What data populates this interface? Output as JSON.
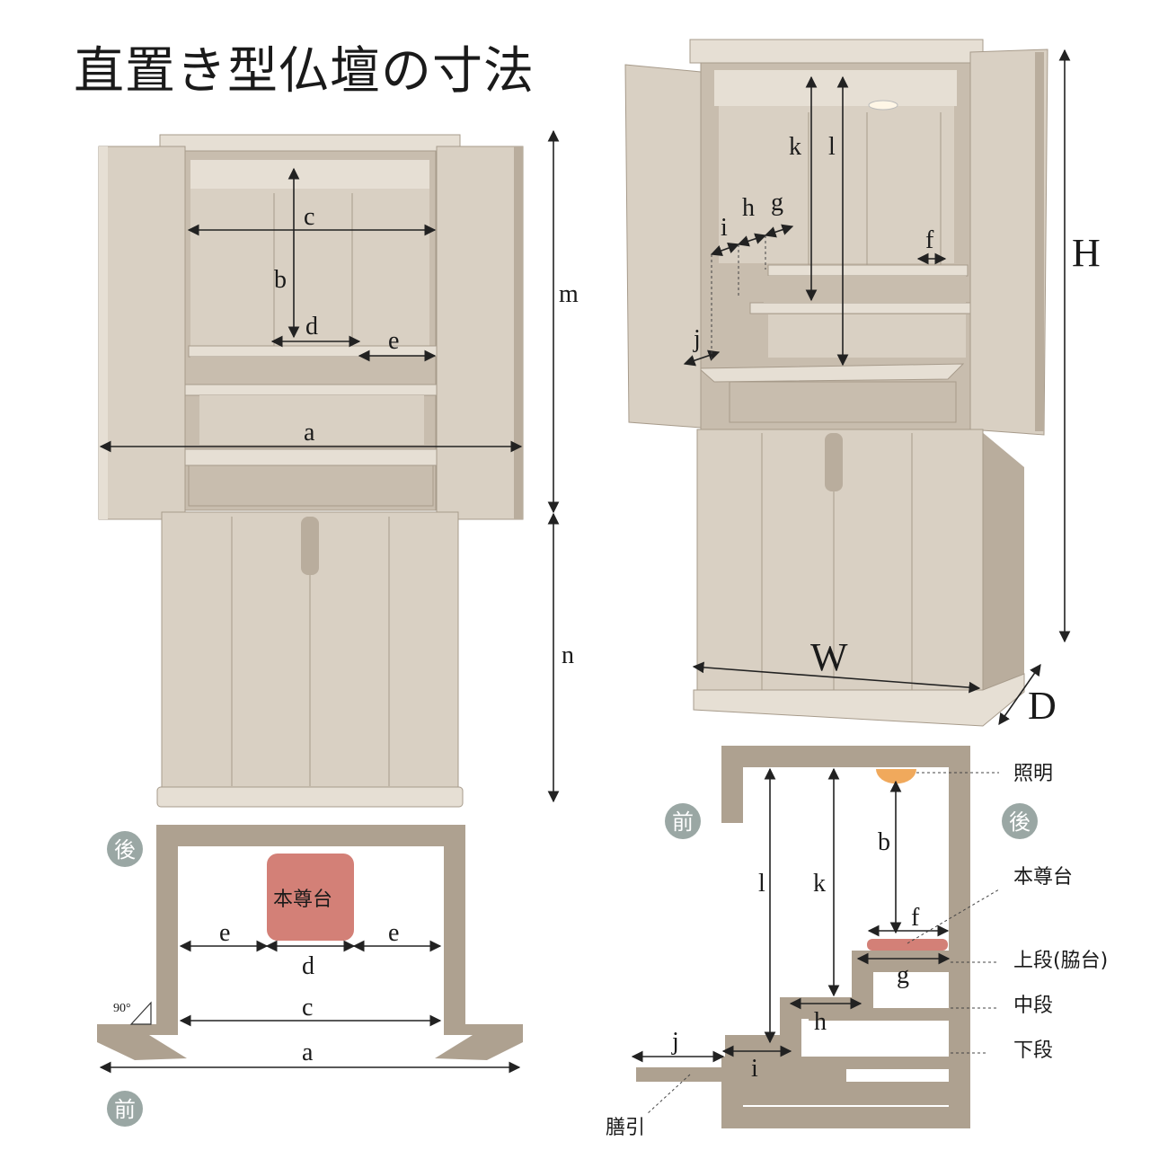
{
  "title": "直置き型仏壇の寸法",
  "dims_front": {
    "a": "a",
    "b": "b",
    "c": "c",
    "d": "d",
    "e": "e",
    "m": "m",
    "n": "n"
  },
  "dims_side": {
    "f": "f",
    "g": "g",
    "h": "h",
    "i": "i",
    "j": "j",
    "k": "k",
    "l": "l",
    "H": "H",
    "W": "W",
    "D": "D"
  },
  "plan": {
    "back": "後",
    "front": "前",
    "honzon": "本尊台",
    "angle": "90°",
    "e1": "e",
    "d": "d",
    "e2": "e",
    "c": "c",
    "a": "a"
  },
  "section": {
    "front": "前",
    "back": "後",
    "lighting": "照明",
    "honzon": "本尊台",
    "upper": "上段(脇台)",
    "middle": "中段",
    "lower": "下段",
    "zenbiki": "膳引",
    "l": "l",
    "k": "k",
    "b": "b",
    "f": "f",
    "g": "g",
    "h": "h",
    "i": "i",
    "j": "j"
  },
  "colors": {
    "wood": "#d9d0c3",
    "plan": "#aea190",
    "honzon": "#d38077",
    "light": "#f0a95c",
    "badge": "#9aa7a4"
  }
}
